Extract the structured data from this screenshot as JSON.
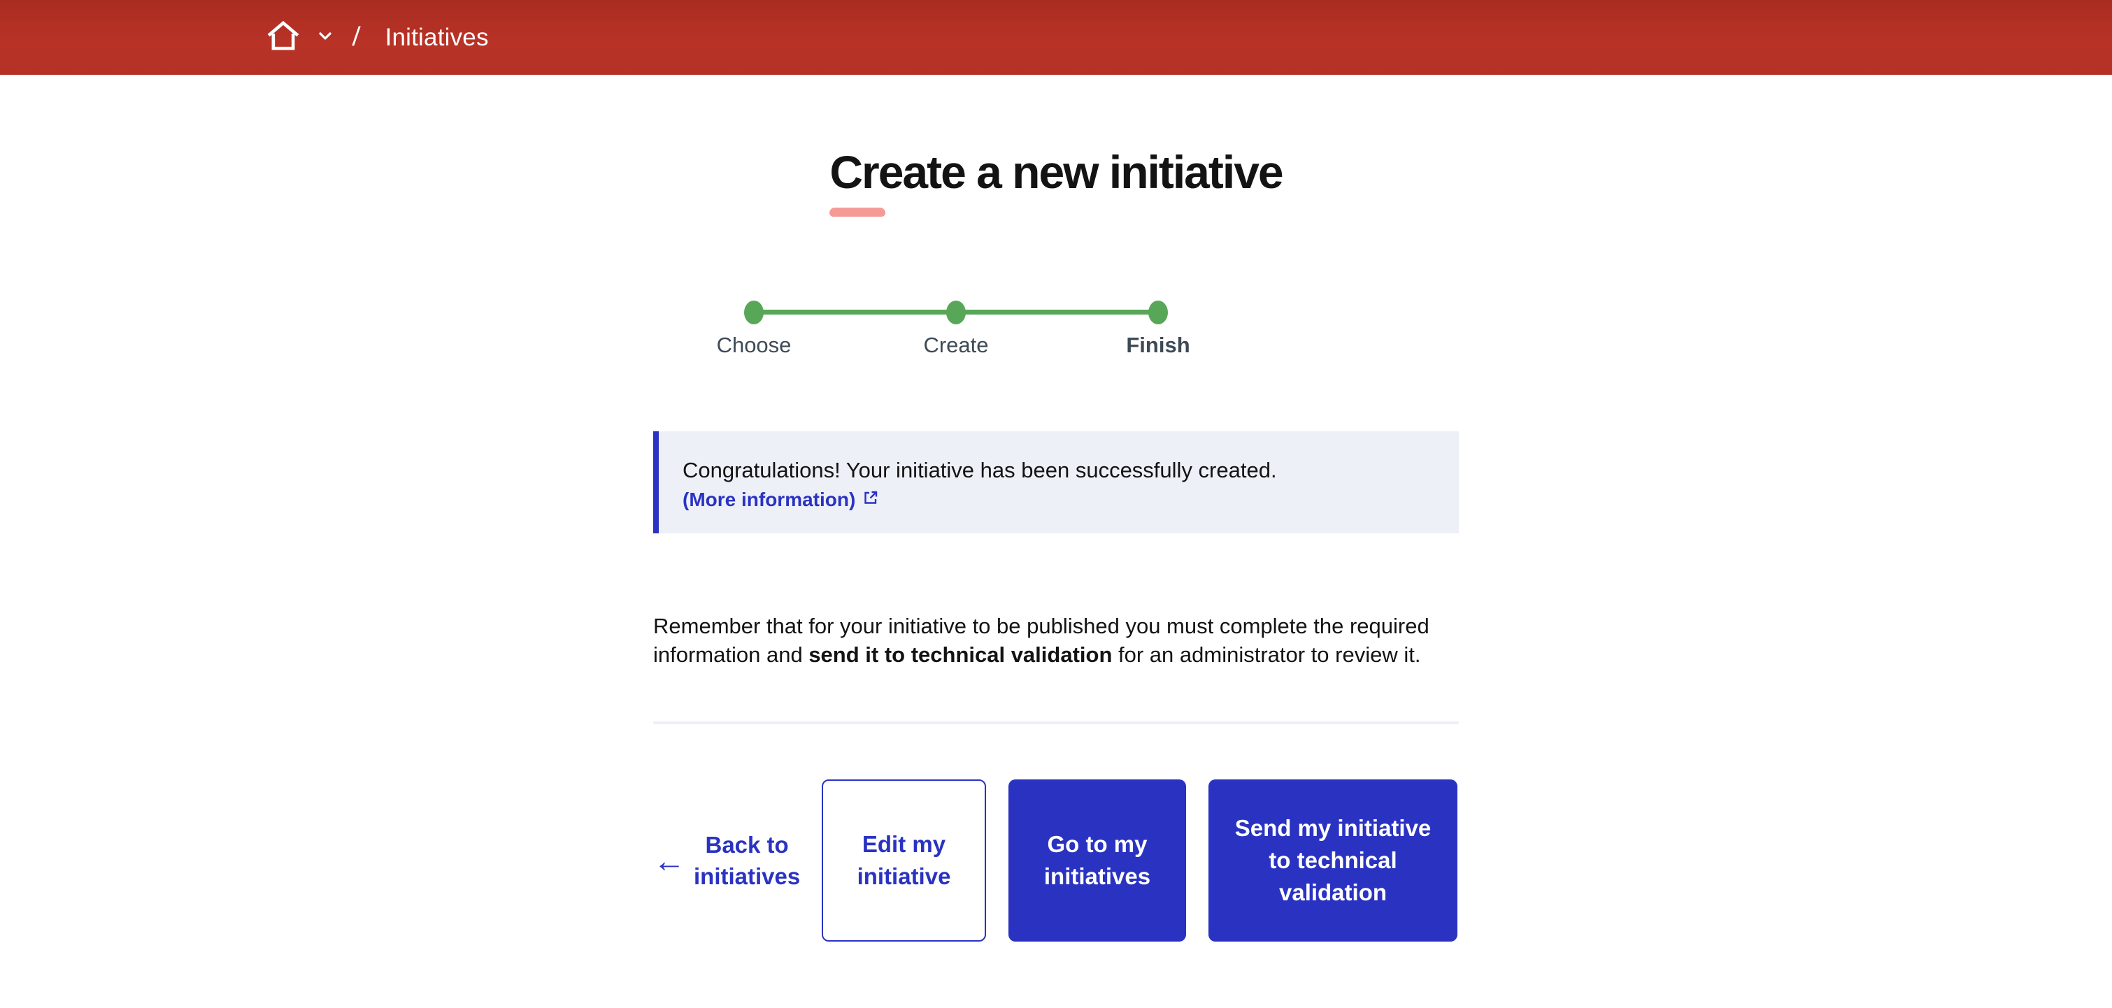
{
  "colors": {
    "header_red": "#b53126",
    "primary_blue": "#2a33c1",
    "step_green": "#58a758",
    "alert_background": "#eef0f8",
    "title_underline_pink": "#f49b97",
    "step_label_gray": "#3e4a56",
    "divider_gray": "#edf0f4",
    "text_black": "#131313"
  },
  "header": {
    "breadcrumb": {
      "home_icon": "home-icon",
      "dropdown_icon": "chevron-down-icon",
      "separator": "/",
      "current": "Initiatives"
    }
  },
  "page": {
    "title": "Create a new initiative"
  },
  "stepper": {
    "steps": [
      {
        "label": "Choose",
        "state": "done"
      },
      {
        "label": "Create",
        "state": "done"
      },
      {
        "label": "Finish",
        "state": "current"
      }
    ]
  },
  "alert": {
    "message": "Congratulations! Your initiative has been successfully created.",
    "link_label": "(More information)",
    "link_icon": "external-link-icon"
  },
  "reminder": {
    "text_before": "Remember that for your initiative to be published you must complete the required\ninformation and ",
    "bold": "send it to technical validation",
    "text_after": " for an administrator to review it."
  },
  "actions": {
    "back": {
      "icon": "←",
      "label": "Back to initiatives"
    },
    "buttons": [
      {
        "label": "Edit my initiative",
        "style": "outline"
      },
      {
        "label": "Go to my initiatives",
        "style": "solid"
      },
      {
        "label": "Send my initiative to technical validation",
        "style": "solid"
      }
    ]
  }
}
